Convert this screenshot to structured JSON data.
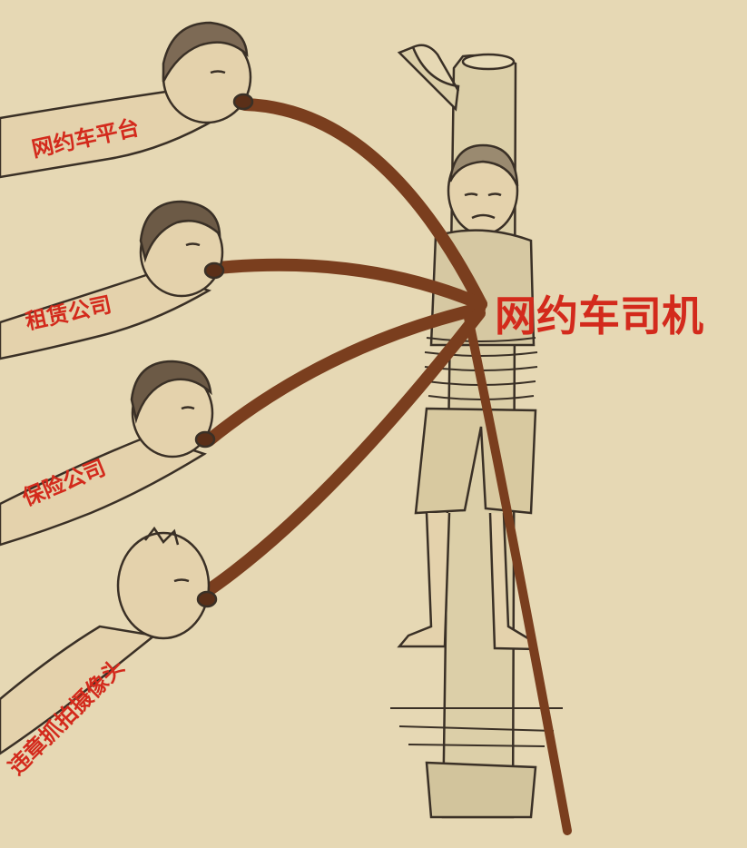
{
  "labels": {
    "target": "网约车司机",
    "platform": "网约车平台",
    "rental": "租赁公司",
    "insurance": "保险公司",
    "camera": "违章抓拍摄像头"
  },
  "colors": {
    "background": "#e6d8b4",
    "label_red": "#d32a1c",
    "tube_brown": "#7a3e1e",
    "ink": "#3a3026"
  }
}
